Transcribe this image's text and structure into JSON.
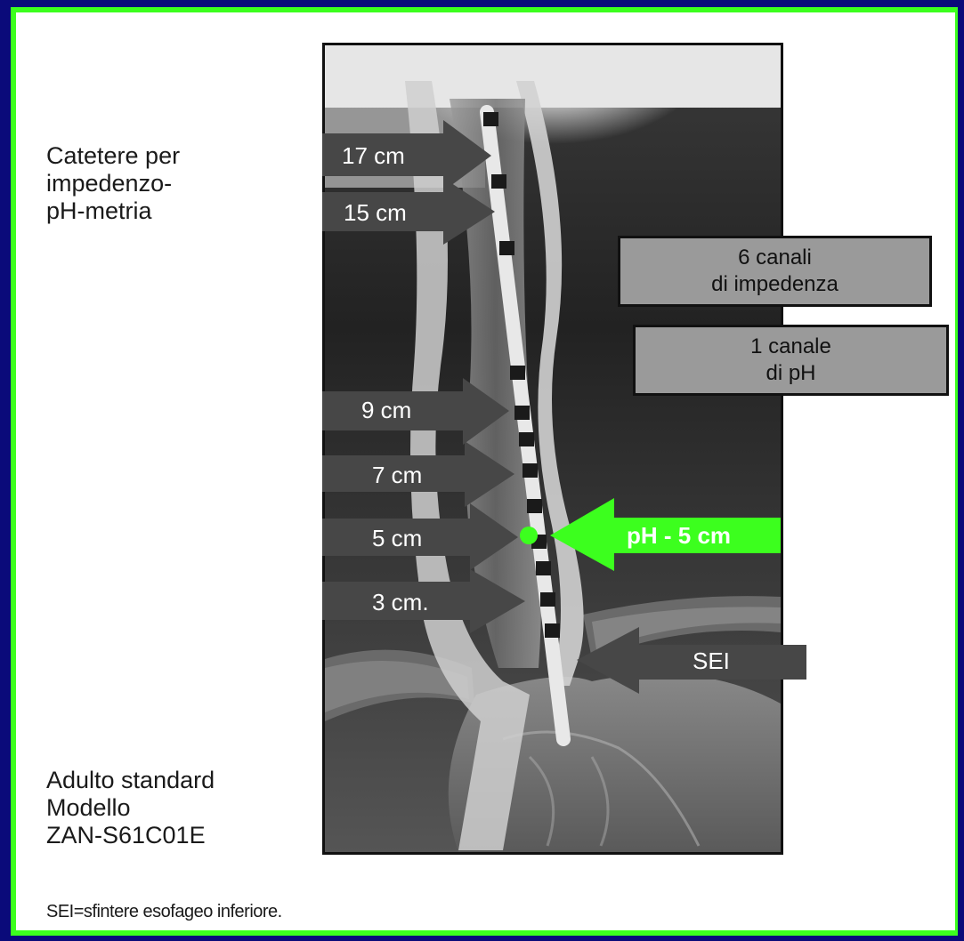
{
  "captions": {
    "catheter": "Catetere per\nimpedenzo-\npH-metria",
    "model": "Adulto standard\nModello\nZAN-S61C01E",
    "footnote": "SEI=sfintere esofageo inferiore."
  },
  "markers": [
    {
      "label": "17 cm"
    },
    {
      "label": "15 cm"
    },
    {
      "label": "9 cm"
    },
    {
      "label": "7 cm"
    },
    {
      "label": "5 cm"
    },
    {
      "label": "3 cm."
    }
  ],
  "ph_marker": {
    "label": "pH - 5 cm"
  },
  "sphincter_marker": {
    "label": "SEI"
  },
  "boxes": {
    "impedance": [
      "6 canali",
      "di impedenza"
    ],
    "ph": [
      "1 canale",
      "di pH"
    ]
  },
  "colors": {
    "background": "#0a0a7a",
    "frame": "#3cff1e",
    "arrow": "#474747",
    "ph_accent": "#3cff1e",
    "box": "#9a9a9a"
  }
}
